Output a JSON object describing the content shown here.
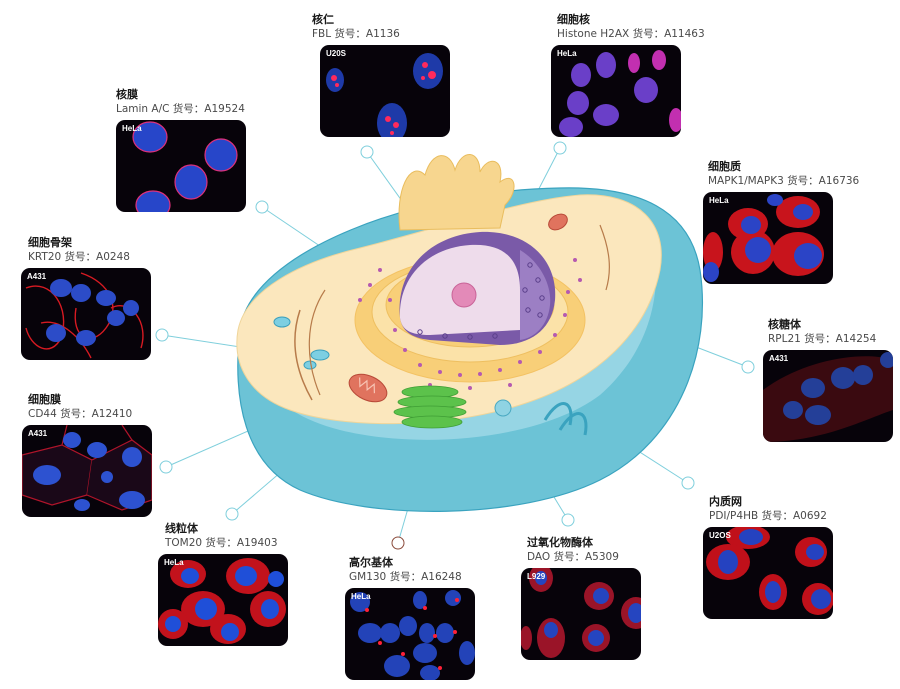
{
  "colors": {
    "connector": "#7fcfdc",
    "nucleus_blue": "#2a4fd6",
    "stain_red": "#e0202a",
    "stain_magenta": "#d4238a",
    "membrane_teal": "#5fb9cf",
    "cytoplasm": "#fbe6b8"
  },
  "panels": [
    {
      "id": "nuclear-membrane",
      "title": "核膜",
      "subtitle": "Lamin A/C 货号：A19524",
      "cell_line": "HeLa"
    },
    {
      "id": "nucleolus",
      "title": "核仁",
      "subtitle": "FBL 货号：A1136",
      "cell_line": "U20S"
    },
    {
      "id": "nucleus",
      "title": "细胞核",
      "subtitle": "Histone H2AX 货号：A11463",
      "cell_line": "HeLa"
    },
    {
      "id": "cytoplasm",
      "title": "细胞质",
      "subtitle": "MAPK1/MAPK3 货号：A16736",
      "cell_line": "HeLa"
    },
    {
      "id": "cytoskeleton",
      "title": "细胞骨架",
      "subtitle": "KRT20 货号：A0248",
      "cell_line": "A431"
    },
    {
      "id": "ribosome",
      "title": "核糖体",
      "subtitle": "RPL21 货号：A14254",
      "cell_line": "A431"
    },
    {
      "id": "cell-membrane",
      "title": "细胞膜",
      "subtitle": "CD44 货号：A12410",
      "cell_line": "A431"
    },
    {
      "id": "mitochondria",
      "title": "线粒体",
      "subtitle": "TOM20 货号：A19403",
      "cell_line": "HeLa"
    },
    {
      "id": "golgi",
      "title": "高尔基体",
      "subtitle": "GM130 货号：A16248",
      "cell_line": "HeLa"
    },
    {
      "id": "peroxisome",
      "title": "过氧化物酶体",
      "subtitle": "DAO 货号：A5309",
      "cell_line": "L929"
    },
    {
      "id": "endoplasmic-reticulum",
      "title": "内质网",
      "subtitle": "PDI/P4HB 货号：A0692",
      "cell_line": "U2OS"
    }
  ]
}
